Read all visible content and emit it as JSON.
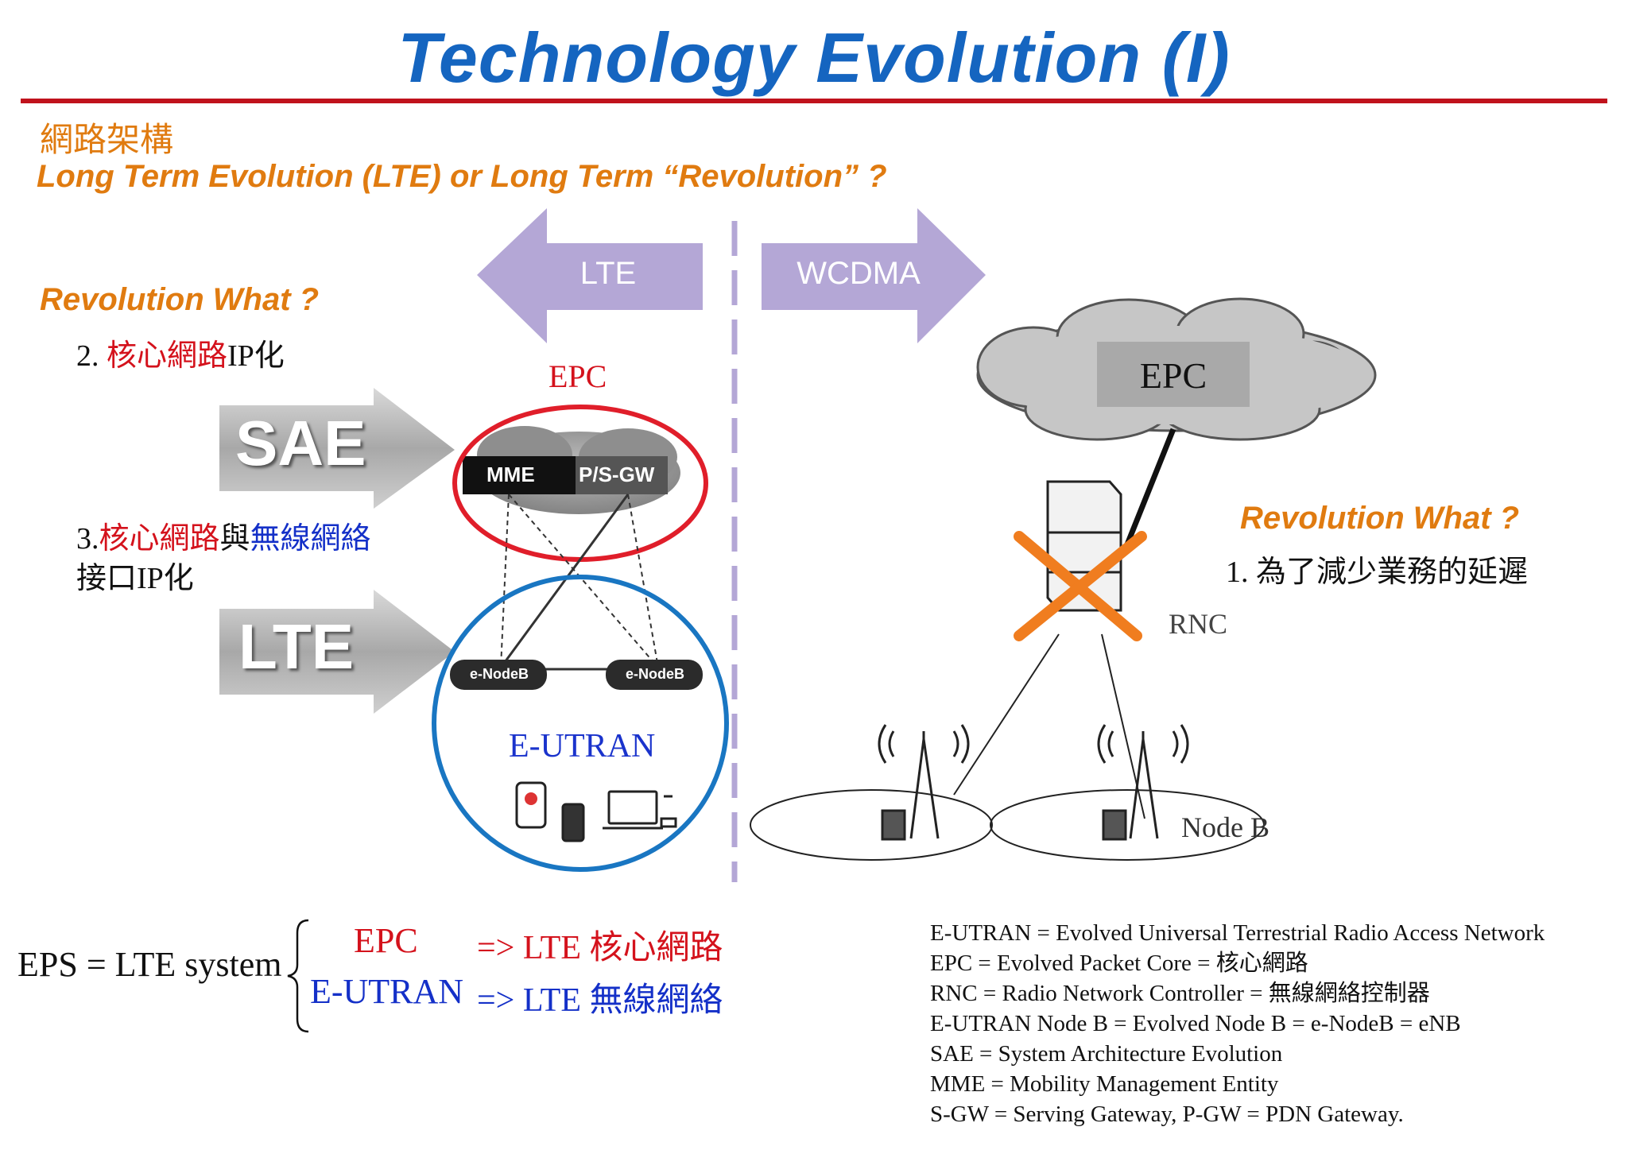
{
  "title": "Technology Evolution (I)",
  "section_cn": "網路架構",
  "subtitle": "Long Term Evolution (LTE) or Long Term “Revolution” ?",
  "arrows": {
    "left": "LTE",
    "right": "WCDMA"
  },
  "left_panel": {
    "heading": "Revolution What ?",
    "item2_prefix": "2. ",
    "item2_red": "核心網路",
    "item2_suffix": "IP化",
    "item3_prefix": "3.",
    "item3_red": "核心網路",
    "item3_mid": "與",
    "item3_blue": "無線網絡",
    "item3_line2": "接口IP化",
    "sae_label": "SAE",
    "lte_label": "LTE",
    "epc_label": "EPC",
    "mme_label": "MME",
    "psgw_label": "P/S-GW",
    "enodeb_1": "e-NodeB",
    "enodeb_2": "e-NodeB",
    "eutran_label": "E-UTRAN"
  },
  "right_panel": {
    "heading": "Revolution What ?",
    "item1": "1. 為了減少業務的延遲",
    "epc_box": "EPC",
    "rnc_label": "RNC",
    "nodeb_label": "Node B"
  },
  "eps": {
    "main": "EPS = LTE system",
    "epc": "EPC",
    "eutran": "E-UTRAN",
    "epc_arrow": "=> LTE 核心網路",
    "eutran_arrow": "=> LTE 無線網絡"
  },
  "glossary": [
    "E-UTRAN = Evolved Universal Terrestrial Radio Access Network",
    "EPC = Evolved Packet Core = 核心網路",
    "RNC = Radio Network Controller = 無線網絡控制器",
    "E-UTRAN Node B = Evolved Node B = e-NodeB = eNB",
    "SAE = System Architecture Evolution",
    "MME = Mobility Management Entity",
    "S-GW = Serving Gateway, P-GW = PDN Gateway."
  ],
  "colors": {
    "title_blue": "#1565c0",
    "accent_orange": "#e07b10",
    "rule_red": "#c0121c",
    "arrow_purple": "#b4a7d6",
    "epc_circle_red": "#e01e2a",
    "eutran_circle_blue": "#1976c2",
    "cross_orange": "#f07d1f"
  }
}
